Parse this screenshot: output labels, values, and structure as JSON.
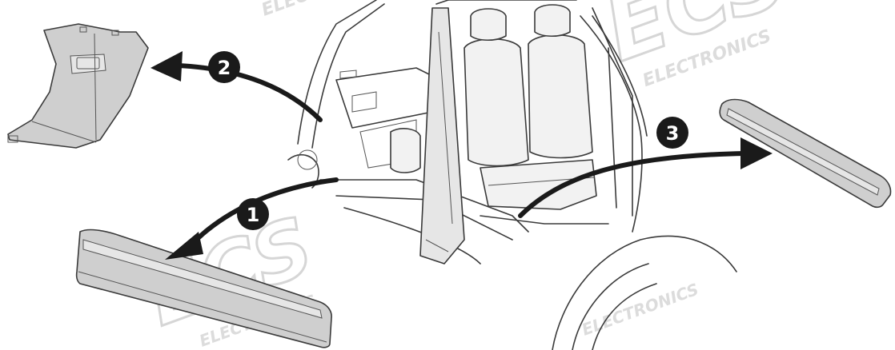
{
  "steps": [
    {
      "label": "1"
    },
    {
      "label": "2"
    },
    {
      "label": "3"
    }
  ],
  "watermark": {
    "logo": "ECS",
    "sub": "ELECTRONICS",
    "color": "#d6d6d6"
  },
  "colors": {
    "badge": "#1a1a1a",
    "part_fill": "#cfcfcf",
    "outline": "#3a3a3a"
  }
}
